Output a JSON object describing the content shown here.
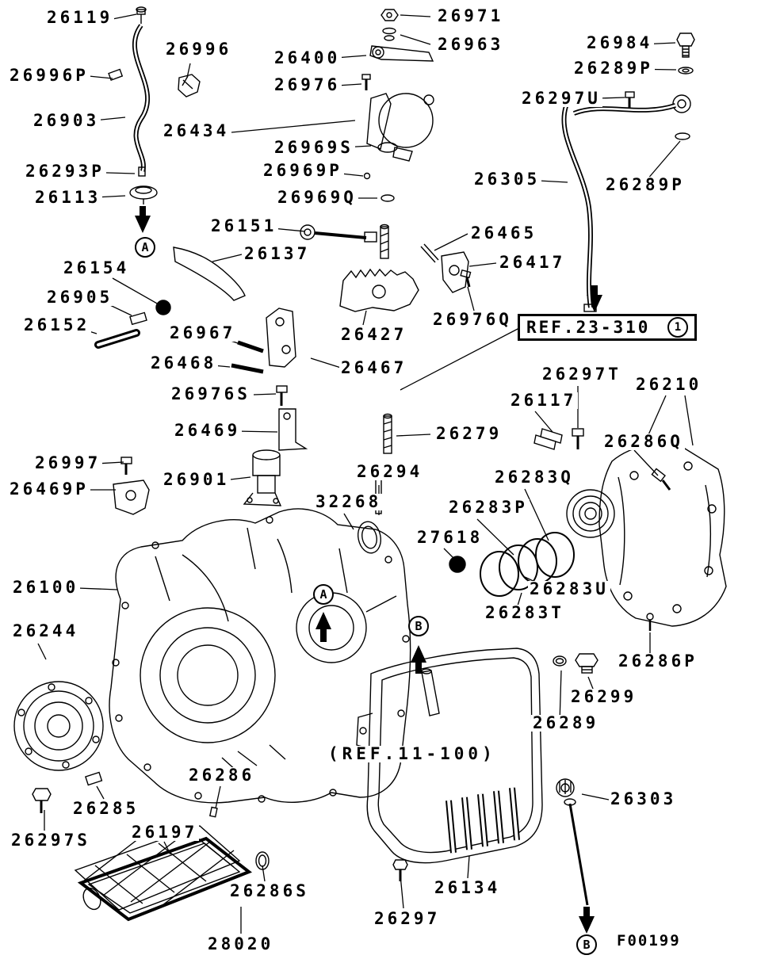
{
  "figure": {
    "code": "F00199"
  },
  "references": {
    "ref_23_310": "REF.23-310",
    "ref_23_310_circle": "1",
    "ref_11_100": "(REF.11-100)"
  },
  "markers": {
    "a": "A",
    "b": "B"
  },
  "parts": {
    "p26119": "26119",
    "p26971": "26971",
    "p26963": "26963",
    "p26996": "26996",
    "p26400": "26400",
    "p26984": "26984",
    "p26996P": "26996P",
    "p26976": "26976",
    "p26289P": "26289P",
    "p26297U": "26297U",
    "p26903": "26903",
    "p26434": "26434",
    "p26969S": "26969S",
    "p26293P": "26293P",
    "p26969P": "26969P",
    "p26305": "26305",
    "p26113": "26113",
    "p26969Q": "26969Q",
    "p26151": "26151",
    "p26465": "26465",
    "p26137": "26137",
    "p26417": "26417",
    "p26154": "26154",
    "p26905": "26905",
    "p26152": "26152",
    "p26967": "26967",
    "p26427": "26427",
    "p26976Q": "26976Q",
    "p26468": "26468",
    "p26467": "26467",
    "p26976S": "26976S",
    "p26297T": "26297T",
    "p26210": "26210",
    "p26117": "26117",
    "p26469": "26469",
    "p26279": "26279",
    "p26286Q": "26286Q",
    "p26997": "26997",
    "p26294": "26294",
    "p26901": "26901",
    "p26283Q": "26283Q",
    "p26469P": "26469P",
    "p32268": "32268",
    "p26283P": "26283P",
    "p27618": "27618",
    "p26100": "26100",
    "p26283U": "26283U",
    "p26283T": "26283T",
    "p26244": "26244",
    "p26286P": "26286P",
    "p26299": "26299",
    "p26289": "26289",
    "p26286": "26286",
    "p26285": "26285",
    "p26297S": "26297S",
    "p26197": "26197",
    "p26286S": "26286S",
    "p26134": "26134",
    "p26303": "26303",
    "p26297": "26297",
    "p28020": "28020"
  }
}
